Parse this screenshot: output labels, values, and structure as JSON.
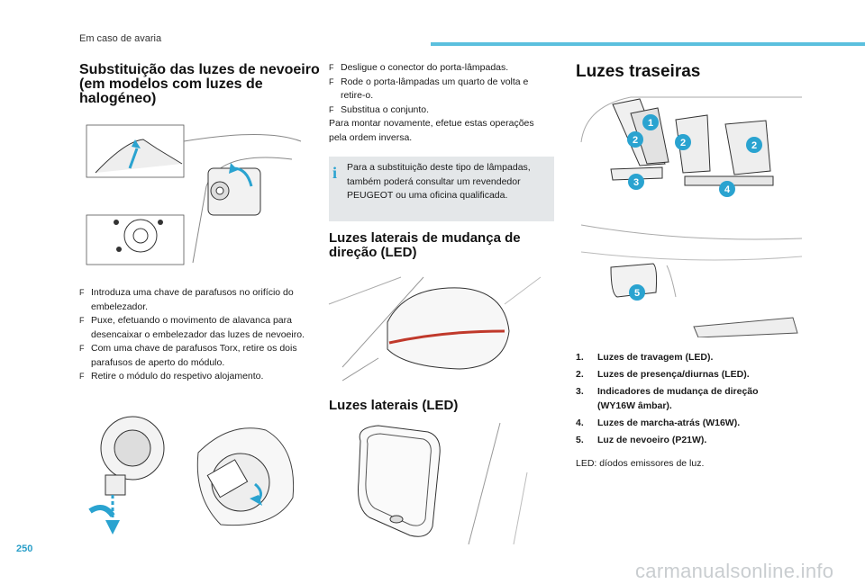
{
  "header": {
    "title": "Em caso de avaria"
  },
  "page_number": "250",
  "watermark": "carmanualsonline.info",
  "left": {
    "heading": [
      "Substituição das luzes de nevoeiro",
      "(em modelos com luzes de",
      "halogéneo)"
    ],
    "steps": [
      "Introduza uma chave de parafusos no orifício do embelezador.",
      "Puxe, efetuando o movimento de alavanca para desencaixar o embelezador das luzes de nevoeiro.",
      "Com uma chave de parafusos Torx, retire os dois parafusos de aperto do módulo.",
      "Retire o módulo do respetivo alojamento."
    ]
  },
  "middle": {
    "steps": [
      "Desligue o conector do porta-lâmpadas.",
      "Rode o porta-lâmpadas um quarto de volta e retire-o.",
      "Substitua o conjunto."
    ],
    "reassembly": "Para montar novamente, efetue estas operações pela ordem inversa.",
    "info_box": "Para a substituição deste tipo de lâmpadas, também poderá consultar um revendedor PEUGEOT ou uma oficina qualificada.",
    "heading_turn": [
      "Luzes laterais de mudança de",
      "direção (LED)"
    ],
    "heading_side": "Luzes laterais (LED)"
  },
  "right": {
    "heading": "Luzes traseiras",
    "items": [
      {
        "num": "1.",
        "text": "Luzes de travagem (LED)."
      },
      {
        "num": "2.",
        "text": "Luzes de presença/diurnas (LED)."
      },
      {
        "num": "3.",
        "text": "Indicadores de mudança de direção (WY16W âmbar)."
      },
      {
        "num": "4.",
        "text": "Luzes de marcha-atrás (W16W)."
      },
      {
        "num": "5.",
        "text": "Luz de nevoeiro (P21W)."
      }
    ],
    "footnote": "LED: díodos emissores de luz.",
    "callouts": [
      "1",
      "2",
      "2",
      "2",
      "3",
      "4",
      "5"
    ]
  },
  "bullet_symbol": "F",
  "colors": {
    "accent": "#5bc0de",
    "callout": "#2aa3d0",
    "info_bg": "#e4e7e9"
  }
}
